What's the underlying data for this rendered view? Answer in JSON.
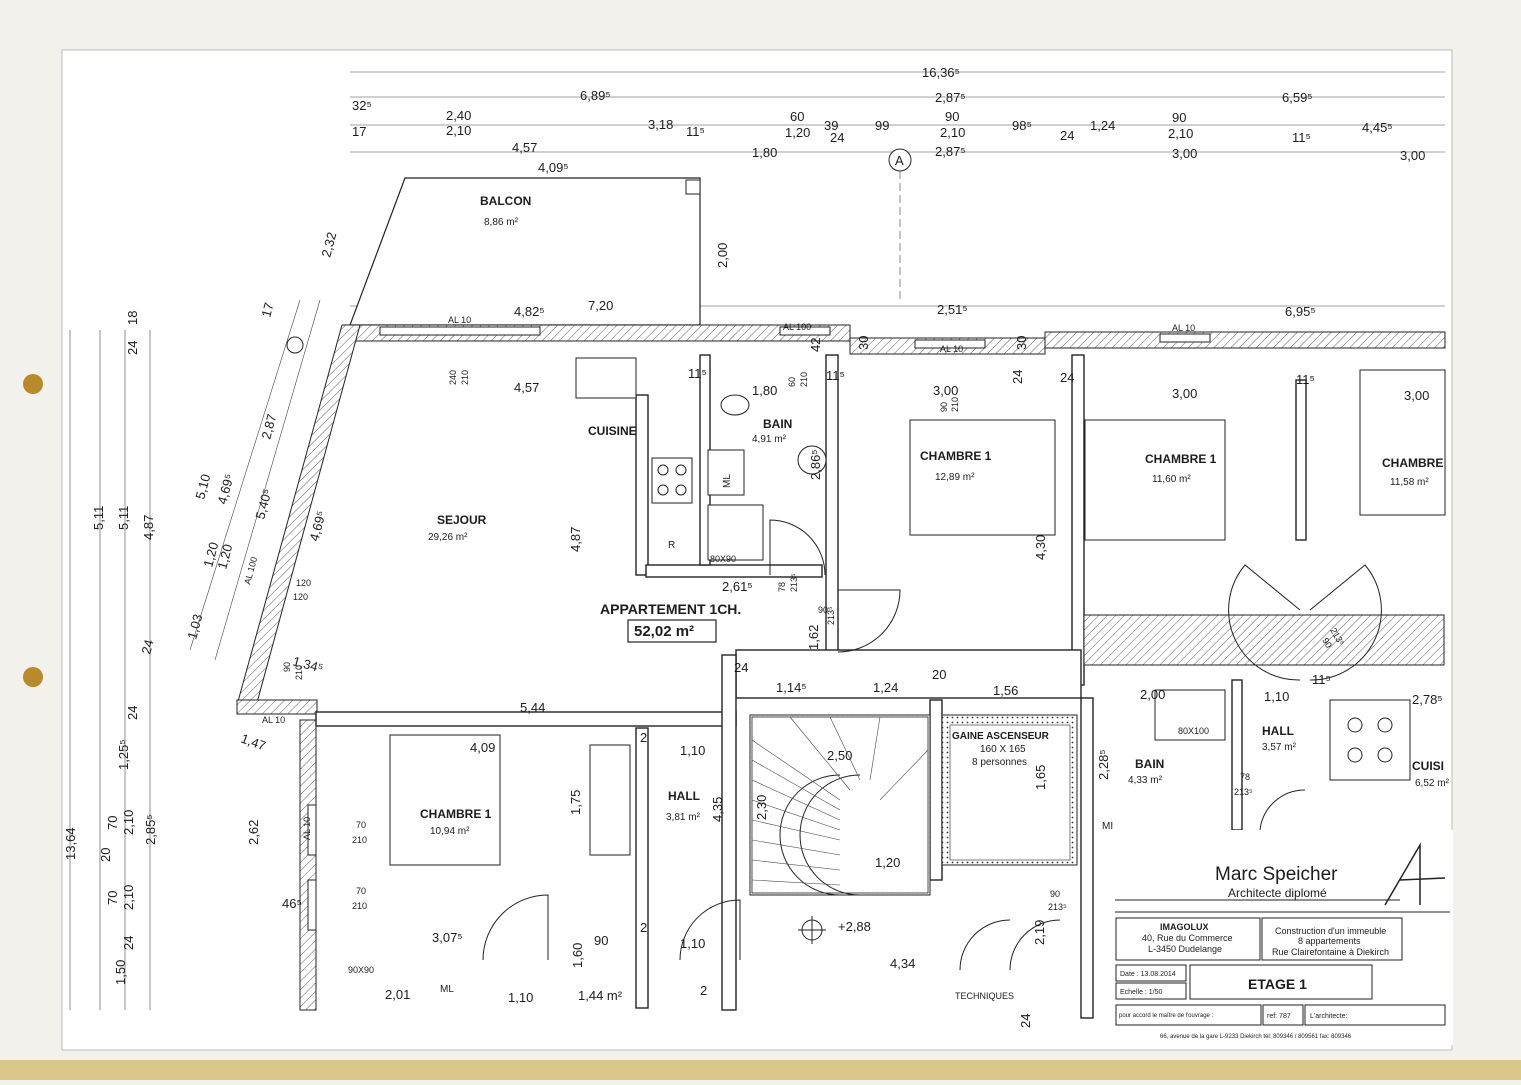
{
  "plan": {
    "top_dims": {
      "total": "16,36⁵",
      "row1": [
        "32⁵",
        "6,89⁵",
        "2,87⁵",
        "6,59⁵"
      ],
      "row2": [
        "17",
        "2,40",
        "2,10",
        "3,18",
        "11⁵",
        "60",
        "1,20",
        "39",
        "24",
        "99",
        "90",
        "2,10",
        "98⁵",
        "24",
        "1,24",
        "90",
        "2,10",
        "11⁵",
        "4,45⁵"
      ],
      "row3": [
        "4,57",
        "1,80",
        "2,87⁵",
        "3,00",
        "3,00"
      ],
      "balcony_width": "4,09⁵",
      "balcony_depth": "2,00",
      "facade": [
        "4,82⁵",
        "7,20",
        "2,51⁵",
        "6,95⁵"
      ],
      "section_mark": "A"
    },
    "left_dims": [
      "18",
      "24",
      "5,11",
      "5,11",
      "4,87",
      "24",
      "1,25⁵",
      "70",
      "2,10",
      "2,85⁵",
      "20",
      "70",
      "2,10",
      "24",
      "1,50",
      "13,64",
      "2,62",
      "1,03",
      "24",
      "1,47",
      "46⁵"
    ],
    "diagonal_dims": [
      "2,32",
      "17",
      "2,87",
      "5,10",
      "4,69⁵",
      "5,40⁵",
      "4,69⁵",
      "1,20",
      "1,20",
      "1,34⁵"
    ],
    "interior_dims": [
      "4,57",
      "1,80",
      "3,00",
      "3,00",
      "3,00",
      "4,87",
      "2,61⁵",
      "1,62",
      "2,86⁵",
      "4,30",
      "5,44",
      "4,09",
      "1,10",
      "1,14⁵",
      "1,24",
      "20",
      "1,56",
      "2,00",
      "1,10",
      "2,78⁵",
      "2,50",
      "2,30",
      "1,20",
      "1,75",
      "4,35",
      "1,65",
      "2,28⁵",
      "3,07⁵",
      "1,60",
      "1,10",
      "2,19",
      "4,34",
      "2,01",
      "1,10",
      "1,44 m²"
    ],
    "openings": [
      "AL 10",
      "AL 100",
      "AL 10",
      "AL 10",
      "AL 100",
      "AL 10",
      "AL 10",
      "240",
      "210",
      "60",
      "210",
      "90",
      "210",
      "120",
      "120",
      "90",
      "210",
      "70",
      "210",
      "70",
      "210",
      "90",
      "213⁵",
      "78",
      "213⁵",
      "90",
      "213⁵",
      "90",
      "213⁵",
      "78",
      "213⁵"
    ],
    "misc_marks": [
      "11⁵",
      "11⁵",
      "11⁵",
      "11⁵",
      "24",
      "24",
      "24",
      "30",
      "30",
      "42",
      "2",
      "2",
      "2",
      "24"
    ],
    "rooms": [
      {
        "name": "BALCON",
        "area": "8,86 m²"
      },
      {
        "name": "SEJOUR",
        "area": "29,26 m²"
      },
      {
        "name": "CUISINE",
        "area": ""
      },
      {
        "name": "BAIN",
        "area": "4,91 m²"
      },
      {
        "name": "CHAMBRE 1",
        "area": "12,89 m²"
      },
      {
        "name": "CHAMBRE 1",
        "area": "11,60 m²"
      },
      {
        "name": "CHAMBRE",
        "area": "11,58 m²"
      },
      {
        "name": "CHAMBRE 1",
        "area": "10,94 m²"
      },
      {
        "name": "HALL",
        "area": "3,81 m²"
      },
      {
        "name": "HALL",
        "area": "3,57 m²"
      },
      {
        "name": "BAIN",
        "area": "4,33 m²"
      },
      {
        "name": "CUISI",
        "area": "6,52 m²"
      }
    ],
    "apartment": {
      "label": "APPARTEMENT 1CH.",
      "area": "52,02 m²"
    },
    "elevator": {
      "title": "GAINE ASCENSEUR",
      "size": "160 X 165",
      "capacity": "8 personnes"
    },
    "fixtures": {
      "ml1": "ML",
      "r": "R",
      "shower1": "80X90",
      "shower2": "80X100",
      "shower3": "90X90",
      "ml2": "ML",
      "mi": "MI",
      "techniques": "TECHNIQUES",
      "level": "+2,88",
      "door90": "90"
    }
  },
  "titleblock": {
    "architect": "Marc Speicher",
    "subtitle": "Architecte diplomé",
    "client_name": "IMAGOLUX",
    "client_addr1": "40, Rue du Commerce",
    "client_addr2": "L-3450 Dudelange",
    "project1": "Construction d'un immeuble",
    "project2": "8 appartements",
    "project3": "Rue Clairefontaine à Diekirch",
    "date": "Date : 13.08.2014",
    "scale": "Echelle : 1/50",
    "sheet": "ETAGE 1",
    "accord": "pour accord le maître de l'ouvrage :",
    "ref": "ref: 787",
    "architect_sign": "L'architecte:",
    "footer": "66, avenue de la gare   L-9233 Diekirch   tel: 809346 / 809561   fax: 809346"
  }
}
